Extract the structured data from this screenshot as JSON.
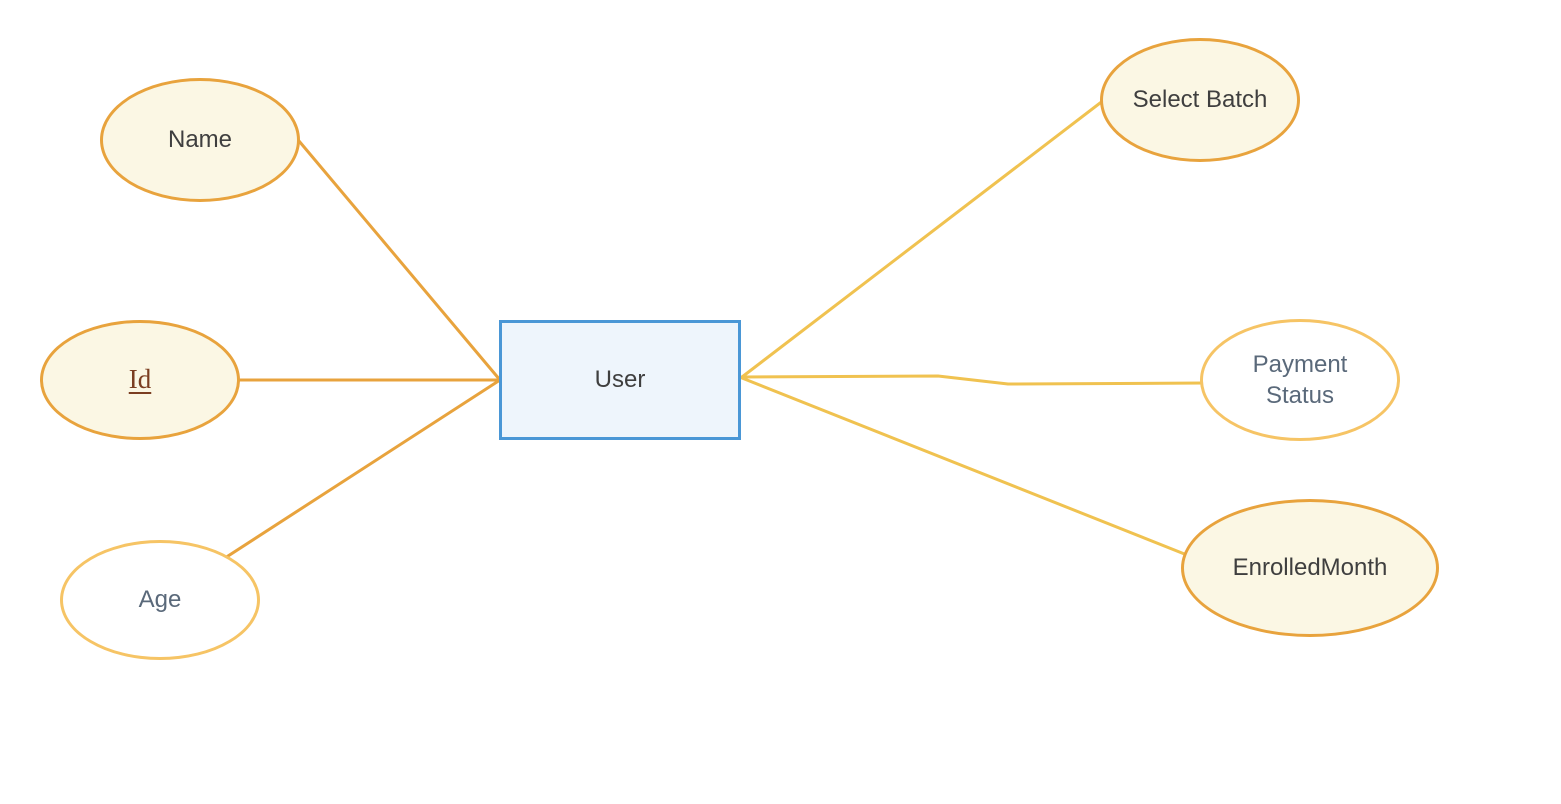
{
  "diagram": {
    "type": "entity-relationship",
    "entity": {
      "label": "User"
    },
    "attributes": [
      {
        "id": "name",
        "label": "Name",
        "side": "left",
        "key": false
      },
      {
        "id": "id",
        "label": "Id",
        "side": "left",
        "key": true
      },
      {
        "id": "age",
        "label": "Age",
        "side": "left",
        "key": false
      },
      {
        "id": "select-batch",
        "label": "Select Batch",
        "side": "right",
        "key": false
      },
      {
        "id": "payment-status",
        "label": "Payment Status",
        "side": "right",
        "key": false
      },
      {
        "id": "enrolled-month",
        "label": "EnrolledMonth",
        "side": "right",
        "key": false
      }
    ],
    "colors": {
      "entity_border": "#4a97d6",
      "entity_fill": "#eef5fc",
      "attribute_border_dark": "#e8a33d",
      "attribute_border_light": "#f6c465",
      "attribute_fill_cream": "#fbf7e4",
      "attribute_fill_white": "#ffffff",
      "edge_left": "#e8a33d",
      "edge_right": "#f0c250",
      "text_dark": "#3f3f3f",
      "text_slate": "#5a697a",
      "text_key": "#7b3e21",
      "canvas_background": "#ffffff"
    }
  }
}
